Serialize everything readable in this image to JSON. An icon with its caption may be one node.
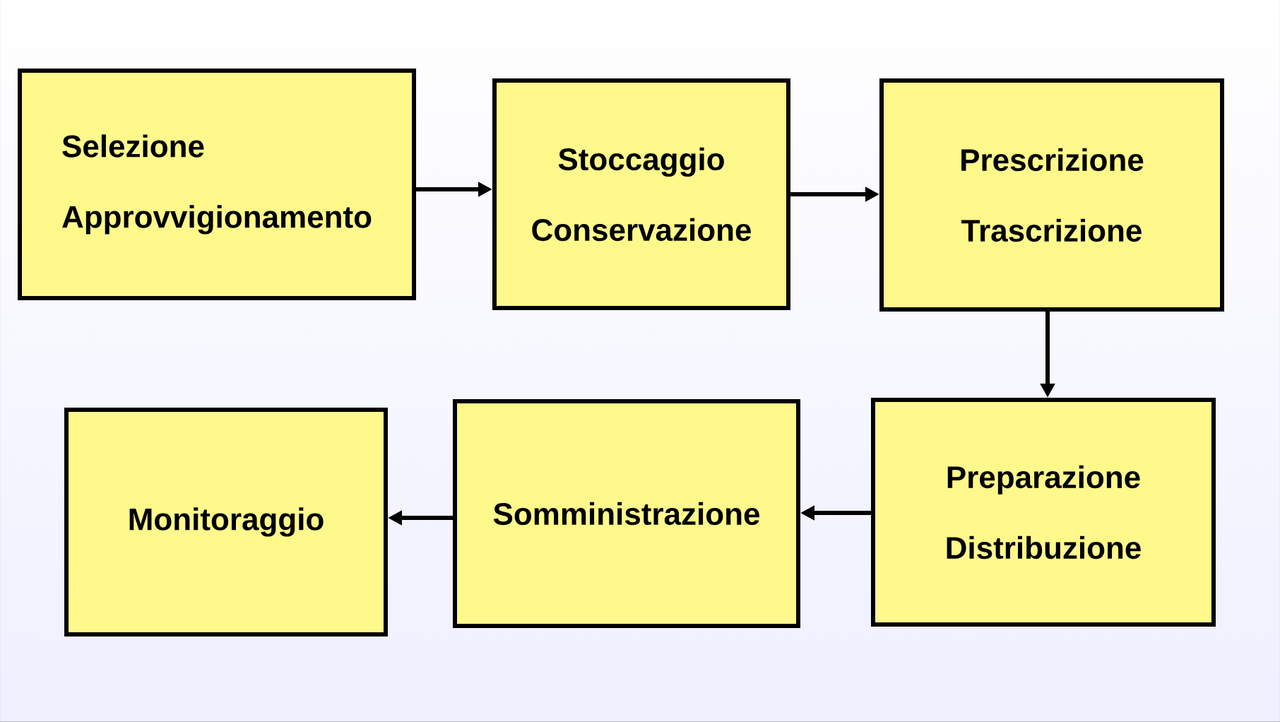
{
  "diagram": {
    "nodes": [
      {
        "text": [
          "Selezione",
          "Approvvigionamento"
        ]
      },
      {
        "text": [
          "Stoccaggio",
          "Conservazione"
        ]
      },
      {
        "text": [
          "Prescrizione",
          "Trascrizione"
        ]
      },
      {
        "text": [
          "Preparazione",
          "Distribuzione"
        ]
      },
      {
        "text": [
          "Somministrazione"
        ]
      },
      {
        "text": [
          "Monitoraggio"
        ]
      }
    ],
    "edges": [
      {
        "from": 0,
        "to": 1,
        "arrow": "to"
      },
      {
        "from": 1,
        "to": 2,
        "arrow": "to"
      },
      {
        "from": 2,
        "to": 3,
        "arrow": "to"
      },
      {
        "from": 3,
        "to": 4,
        "arrow": "to"
      },
      {
        "from": 4,
        "to": 5,
        "arrow": "to"
      }
    ]
  }
}
